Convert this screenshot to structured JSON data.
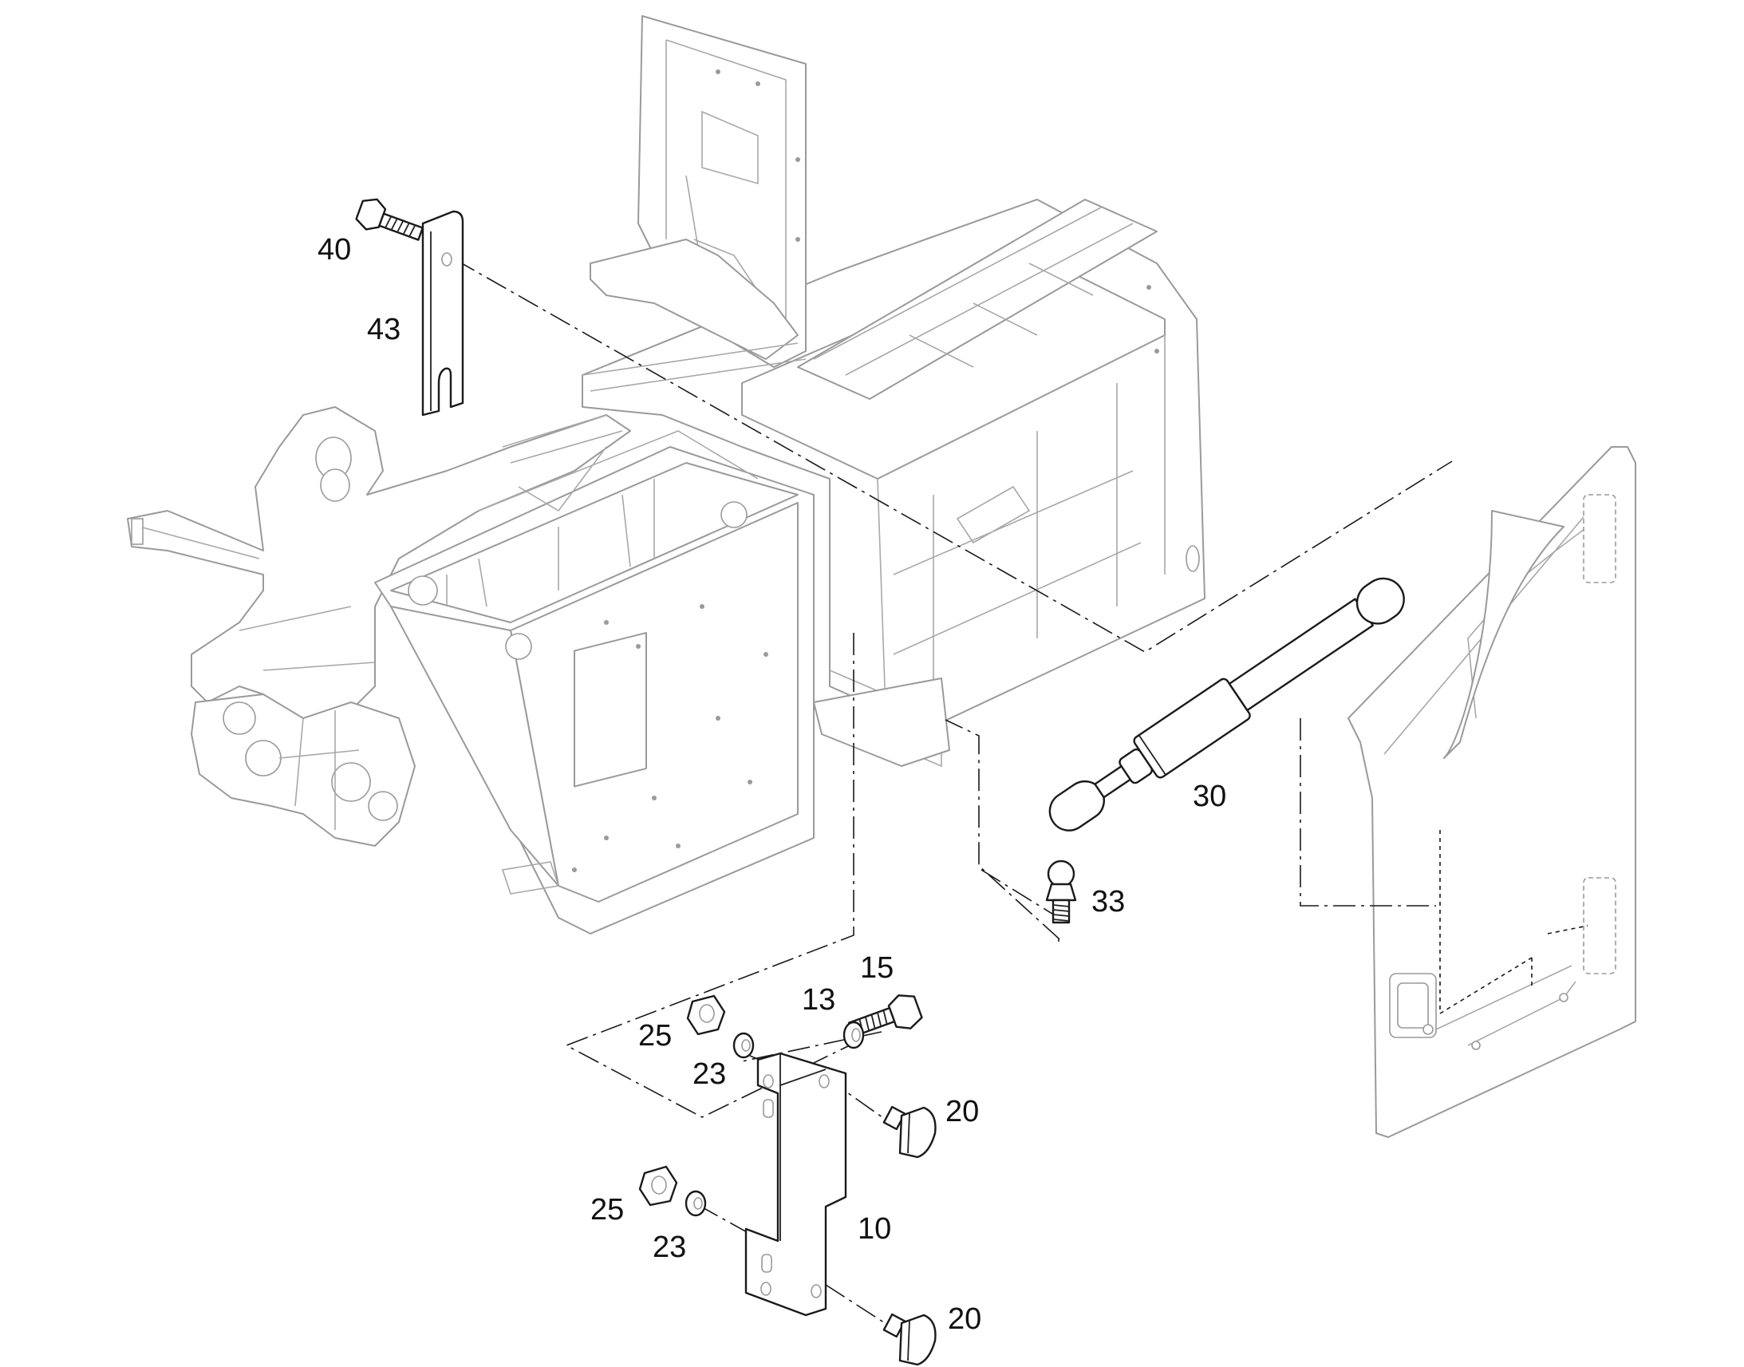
{
  "callouts": {
    "c40": "40",
    "c43": "43",
    "c30": "30",
    "c33": "33",
    "c15": "15",
    "c13": "13",
    "c25a": "25",
    "c23a": "23",
    "c20a": "20",
    "c25b": "25",
    "c23b": "23",
    "c10": "10",
    "c20b": "20"
  },
  "colors": {
    "line_dark": "#1a1a1a",
    "line_light": "#9a9a9a",
    "background": "#ffffff"
  }
}
